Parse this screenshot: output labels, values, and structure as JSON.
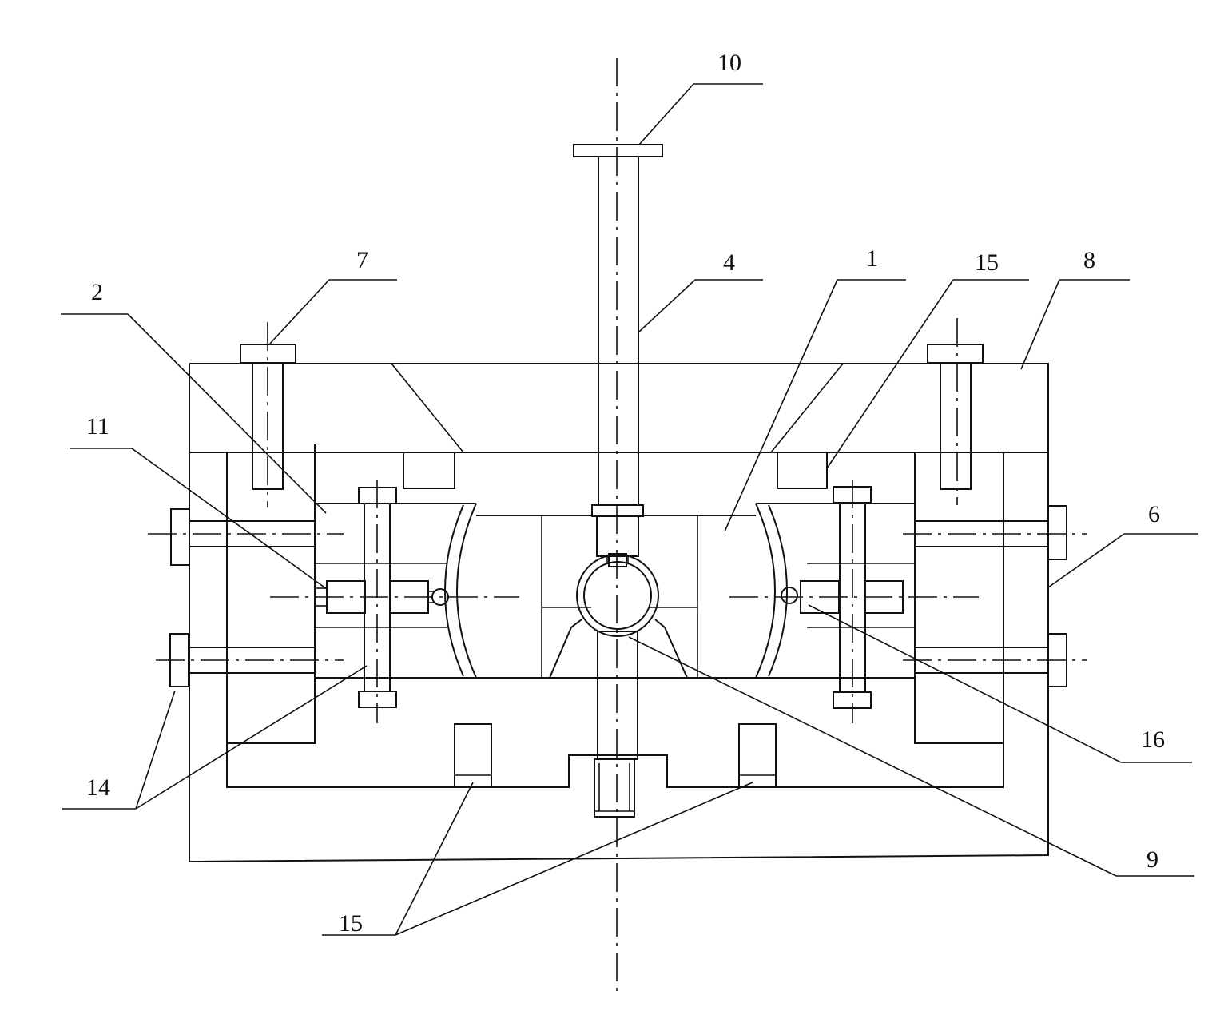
{
  "diagram": {
    "labels": {
      "l10": "10",
      "l7": "7",
      "l4": "4",
      "l1": "1",
      "l15_top": "15",
      "l8": "8",
      "l2": "2",
      "l11": "11",
      "l6": "6",
      "l16": "16",
      "l14": "14",
      "l9": "9",
      "l15_bottom": "15"
    }
  }
}
